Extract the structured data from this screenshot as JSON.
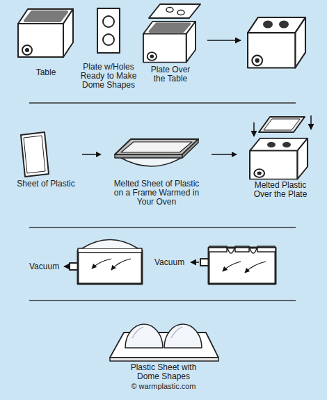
{
  "diagram": {
    "nodes": [
      {
        "text": [
          "Table"
        ]
      },
      {
        "text": [
          "Plate w/Holes Ready to Make Dome Shapes"
        ]
      },
      {
        "text": [
          "Plate Over the Table"
        ]
      },
      {
        "text": [
          "Sheet of Plastic"
        ]
      },
      {
        "text": [
          "Melted Sheet of Plastic on a Frame Warmed in Your Oven"
        ]
      },
      {
        "text": [
          "Melted Plastic Over the Plate"
        ]
      },
      {
        "text": [
          "Plastic Sheet with Dome Shapes"
        ]
      }
    ],
    "edges": [
      {
        "from": 3,
        "to": 4,
        "arrow": "to"
      },
      {
        "from": 4,
        "to": 5,
        "arrow": "to"
      }
    ],
    "labels": [
      "Vacuum",
      "Vacuum",
      "© warmplastic.com"
    ]
  }
}
